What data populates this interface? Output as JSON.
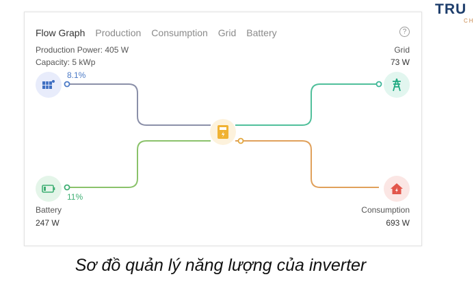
{
  "brand": {
    "name": "TRU",
    "sub": "CHA"
  },
  "tabs": [
    {
      "label": "Flow Graph",
      "active": true
    },
    {
      "label": "Production",
      "active": false
    },
    {
      "label": "Consumption",
      "active": false
    },
    {
      "label": "Grid",
      "active": false
    },
    {
      "label": "Battery",
      "active": false
    }
  ],
  "help_icon": "question-circle-icon",
  "production": {
    "power_label": "Production Power: 405 W",
    "capacity_label": "Capacity: 5 kWp",
    "percent": "8.1%",
    "icon": "solar-panel-icon"
  },
  "grid": {
    "label": "Grid",
    "value": "73 W",
    "icon": "power-tower-icon"
  },
  "battery": {
    "label": "Battery",
    "value": "247 W",
    "percent": "11%",
    "icon": "battery-icon"
  },
  "consumption": {
    "label": "Consumption",
    "value": "693 W",
    "icon": "home-icon"
  },
  "inverter": {
    "icon": "inverter-icon"
  },
  "colors": {
    "solar_line": "#8a8fa8",
    "grid_line": "#4fbf9a",
    "battery_line": "#8ac26a",
    "consumption_line": "#e0a05a",
    "center_line": "#e9b448",
    "solar_bg": "#e8ecfb",
    "grid_bg": "#e2f6ef",
    "battery_bg": "#e4f5e9",
    "consumption_bg": "#fbe6e4",
    "inverter_bg": "#fdf2dc"
  },
  "caption": "Sơ đồ quản lý năng lượng của inverter"
}
